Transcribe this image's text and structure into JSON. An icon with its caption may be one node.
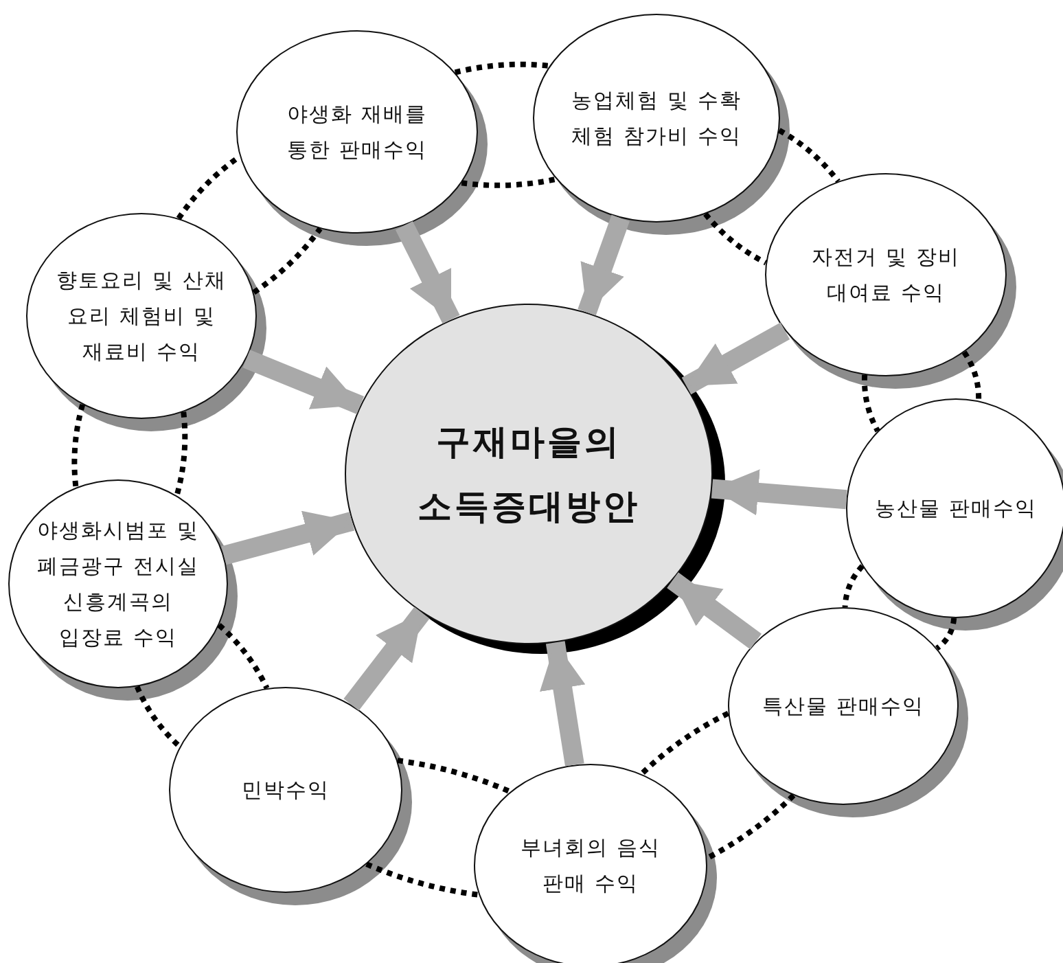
{
  "diagram": {
    "nodes": [
      {
        "text": [
          "구재마을의 소득증대방안"
        ]
      },
      {
        "text": [
          "야생화 재배를 통한 판매수익"
        ]
      },
      {
        "text": [
          "농업체험 및 수확 체험 참가비 수익"
        ]
      },
      {
        "text": [
          "자전거 및 장비 대여료 수익"
        ]
      },
      {
        "text": [
          "향토요리 및 산채 요리 체험비 및 재료비 수익"
        ]
      },
      {
        "text": [
          "농산물 판매수익"
        ]
      },
      {
        "text": [
          "야생화시범포 및 폐금광구 전시실 신흥계곡의 입장료 수익"
        ]
      },
      {
        "text": [
          "특산물 판매수익"
        ]
      },
      {
        "text": [
          "민박수익"
        ]
      },
      {
        "text": [
          "부녀회의 음식 판매 수익"
        ]
      }
    ],
    "edges": [
      {
        "from": 1,
        "to": 0,
        "arrow": "to",
        "style": "thick",
        "color": "#a9a9a9"
      },
      {
        "from": 2,
        "to": 0,
        "arrow": "to",
        "style": "thick",
        "color": "#a9a9a9"
      },
      {
        "from": 3,
        "to": 0,
        "arrow": "to",
        "style": "thick",
        "color": "#a9a9a9"
      },
      {
        "from": 4,
        "to": 0,
        "arrow": "to",
        "style": "thick",
        "color": "#a9a9a9"
      },
      {
        "from": 5,
        "to": 0,
        "arrow": "to",
        "style": "thick",
        "color": "#a9a9a9"
      },
      {
        "from": 6,
        "to": 0,
        "arrow": "to",
        "style": "thick",
        "color": "#a9a9a9"
      },
      {
        "from": 7,
        "to": 0,
        "arrow": "to",
        "style": "thick",
        "color": "#a9a9a9"
      },
      {
        "from": 8,
        "to": 0,
        "arrow": "to",
        "style": "thick",
        "color": "#a9a9a9"
      },
      {
        "from": 9,
        "to": 0,
        "arrow": "to",
        "style": "thick",
        "color": "#a9a9a9"
      },
      {
        "from": 1,
        "to": 2,
        "arrow": "none",
        "style": "dashed"
      },
      {
        "from": 1,
        "to": 2,
        "arrow": "none",
        "style": "dashed"
      },
      {
        "from": 2,
        "to": 3,
        "arrow": "none",
        "style": "dashed"
      },
      {
        "from": 2,
        "to": 3,
        "arrow": "none",
        "style": "dashed"
      },
      {
        "from": 3,
        "to": 5,
        "arrow": "none",
        "style": "dashed"
      },
      {
        "from": 3,
        "to": 5,
        "arrow": "none",
        "style": "dashed"
      },
      {
        "from": 5,
        "to": 7,
        "arrow": "none",
        "style": "dashed"
      },
      {
        "from": 5,
        "to": 7,
        "arrow": "none",
        "style": "dashed"
      },
      {
        "from": 7,
        "to": 9,
        "arrow": "none",
        "style": "dashed"
      },
      {
        "from": 7,
        "to": 9,
        "arrow": "none",
        "style": "dashed"
      },
      {
        "from": 8,
        "to": 9,
        "arrow": "none",
        "style": "dashed"
      },
      {
        "from": 8,
        "to": 9,
        "arrow": "none",
        "style": "dashed"
      },
      {
        "from": 6,
        "to": 8,
        "arrow": "none",
        "style": "dashed"
      },
      {
        "from": 6,
        "to": 8,
        "arrow": "none",
        "style": "dashed"
      },
      {
        "from": 4,
        "to": 6,
        "arrow": "none",
        "style": "dashed"
      },
      {
        "from": 4,
        "to": 6,
        "arrow": "none",
        "style": "dashed"
      },
      {
        "from": 4,
        "to": 1,
        "arrow": "none",
        "style": "dashed"
      },
      {
        "from": 4,
        "to": 1,
        "arrow": "none",
        "style": "dashed"
      }
    ]
  }
}
